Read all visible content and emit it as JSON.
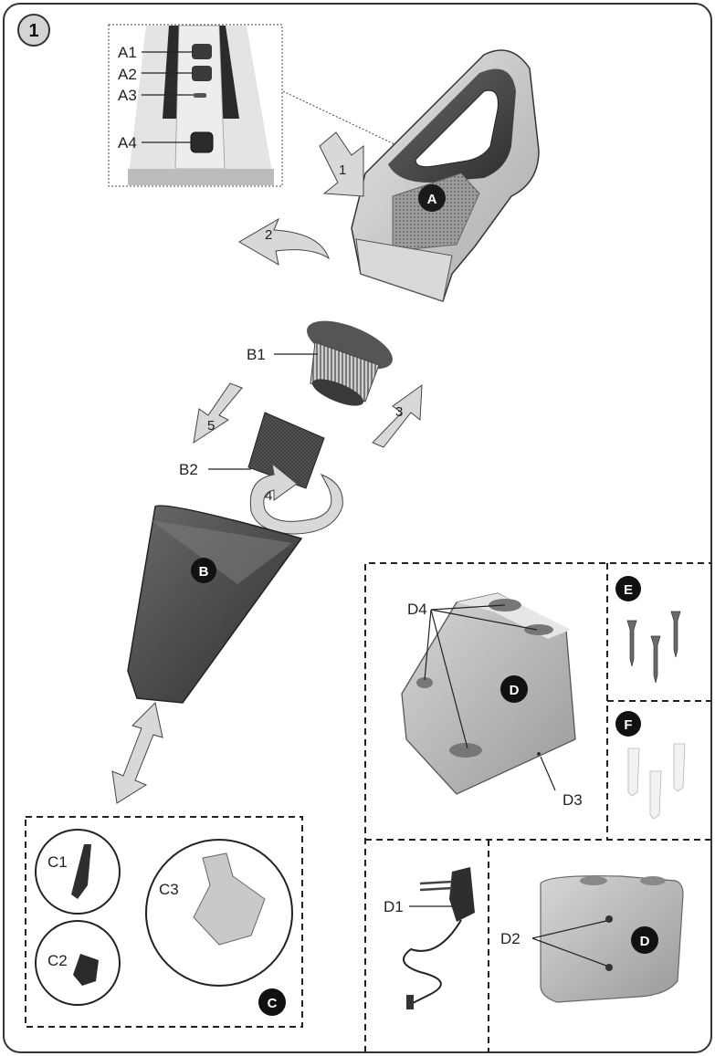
{
  "step_number": "1",
  "parts": {
    "A": "A",
    "B": "B",
    "C": "C",
    "D": "D",
    "E": "E",
    "F": "F"
  },
  "callouts": {
    "A1": "A1",
    "A2": "A2",
    "A3": "A3",
    "A4": "A4",
    "B1": "B1",
    "B2": "B2",
    "C1": "C1",
    "C2": "C2",
    "C3": "C3",
    "D1": "D1",
    "D2": "D2",
    "D3": "D3",
    "D4": "D4"
  },
  "arrows": {
    "a1": "1",
    "a2": "2",
    "a3": "3",
    "a4": "4",
    "a5": "5"
  },
  "colors": {
    "outline": "#333333",
    "body_grey": "#c9c9c9",
    "dark_grey": "#4a4a4a",
    "arrow_fill": "#d8d8d8",
    "badge": "#1a1a1a"
  }
}
